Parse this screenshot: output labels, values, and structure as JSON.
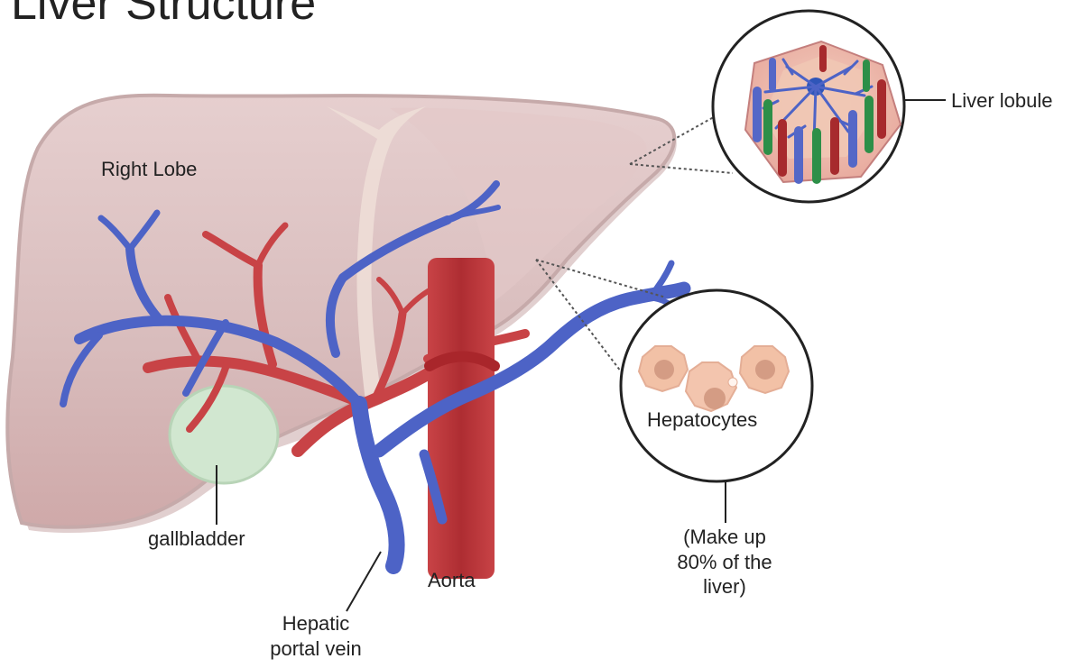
{
  "title": "Liver Structure",
  "labels": {
    "right_lobe": "Right Lobe",
    "liver_lobule": "Liver lobule",
    "hepatocytes": "Hepatocytes",
    "gallbladder": "gallbladder",
    "aorta": "Aorta",
    "portal_vein": [
      "Hepatic",
      "portal vein"
    ],
    "hepatocyte_note": [
      "(Make up",
      "80% of the",
      "liver)"
    ]
  },
  "colors": {
    "liver": "#d8bcbc",
    "liver_shadow": "#c6a6a6",
    "ligament": "#ebdad2",
    "gallbladder": "#cfe7cc",
    "aorta": "#bf3136",
    "artery": "#c84346",
    "vein": "#4d63c6",
    "outline": "#222222",
    "hepatocyte": "#f2c1a6",
    "hepatocyte_nucleus": "#d49c84"
  }
}
